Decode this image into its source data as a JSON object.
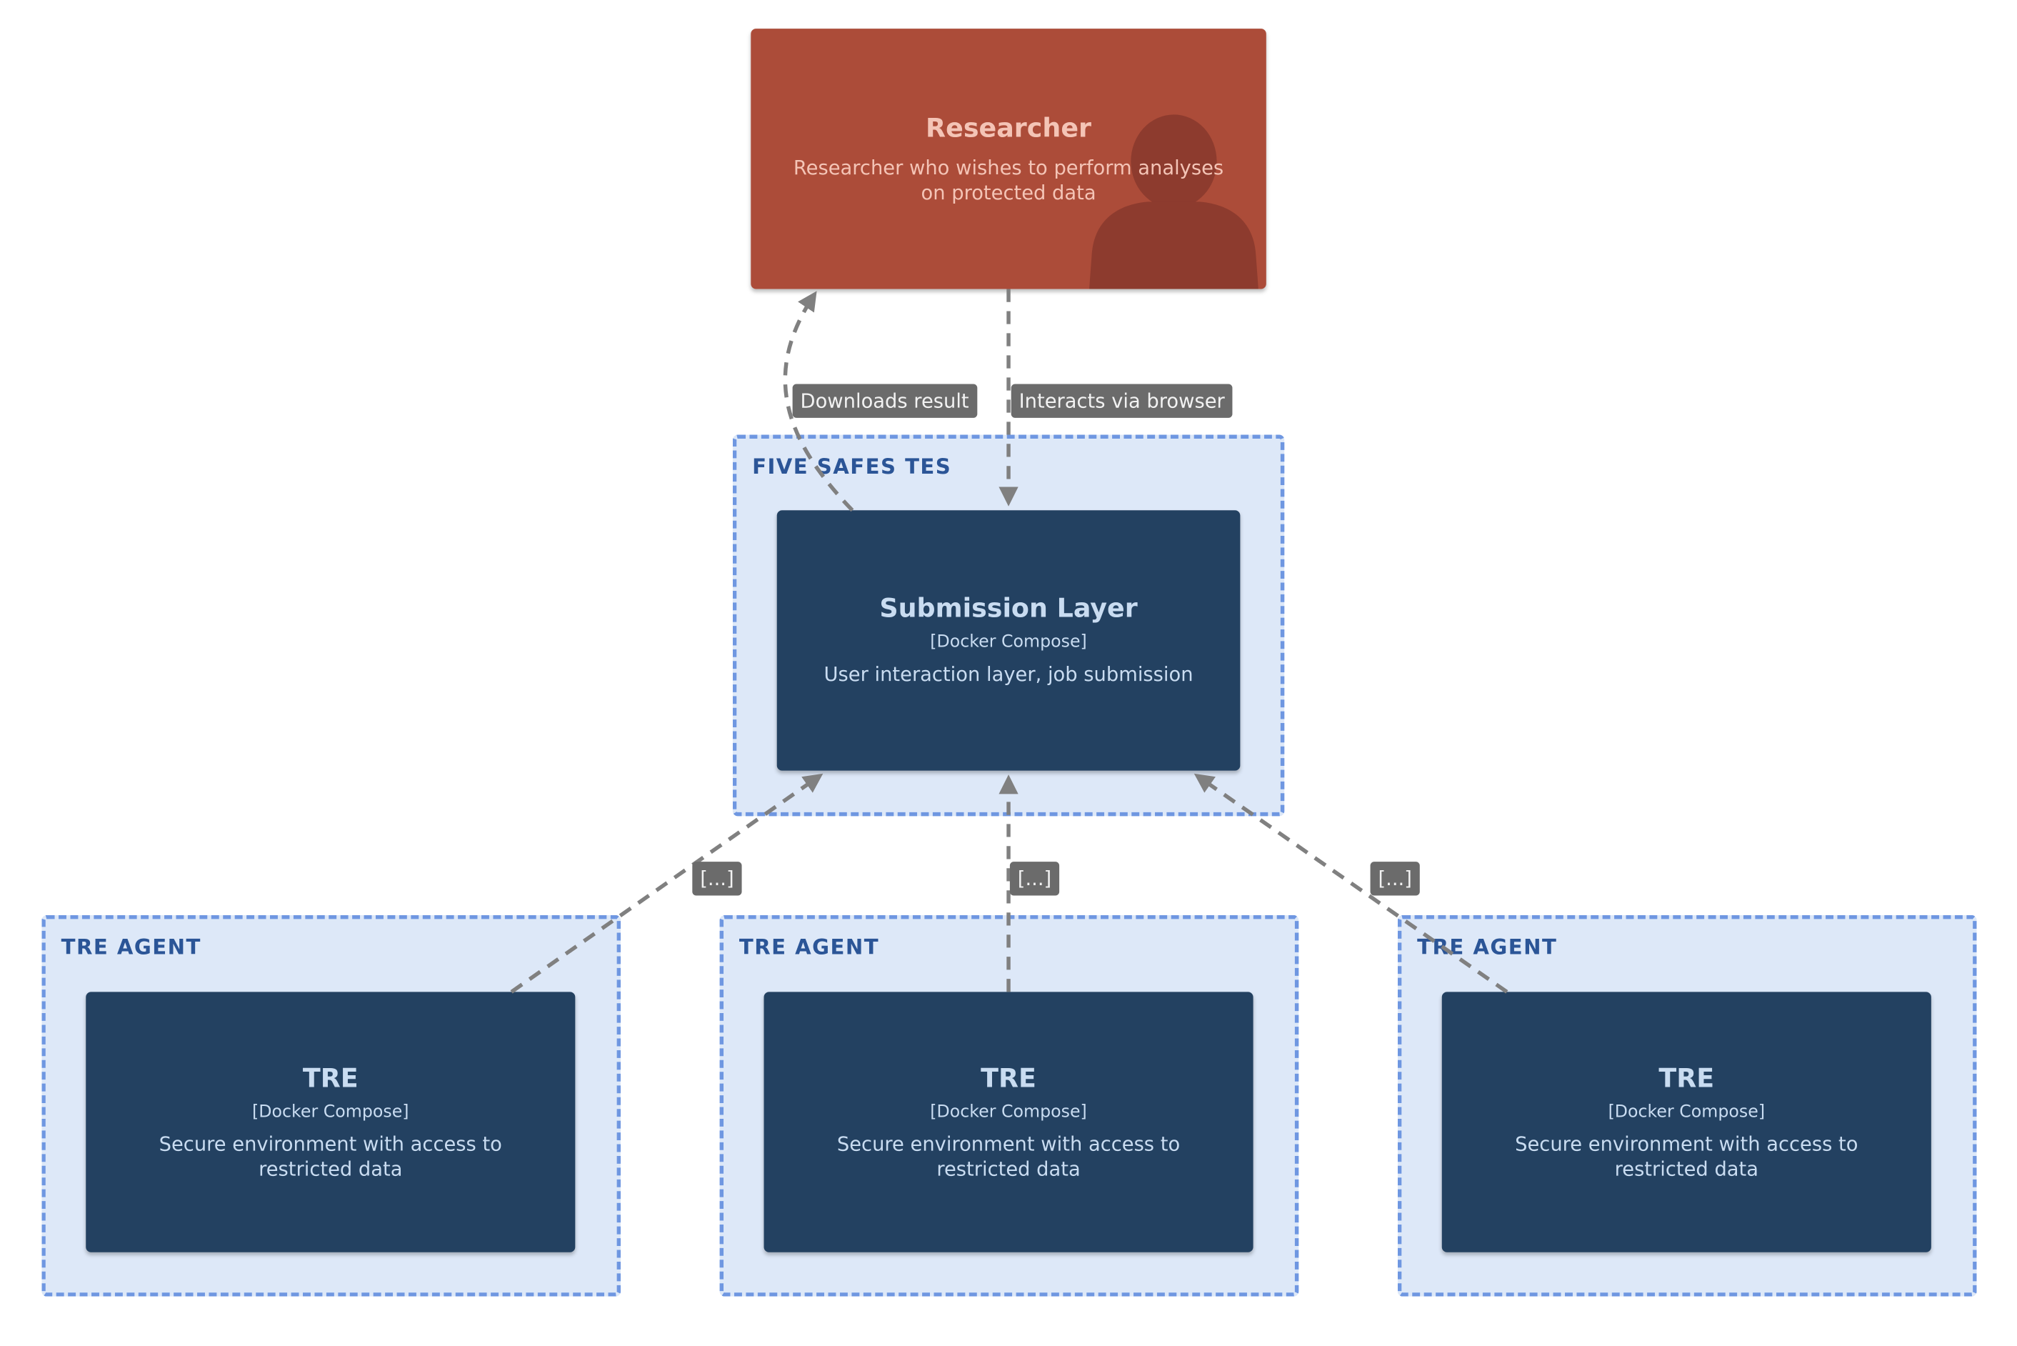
{
  "diagram": {
    "researcher": {
      "title": "Researcher",
      "description": "Researcher who wishes to perform analyses on protected data",
      "icon": "person-icon"
    },
    "five_safes_tes": {
      "label": "FIVE SAFES TES",
      "submission_layer": {
        "title": "Submission Layer",
        "technology": "[Docker Compose]",
        "description": "User interaction layer, job submission"
      }
    },
    "tre_agents": [
      {
        "label": "TRE AGENT",
        "tre": {
          "title": "TRE",
          "technology": "[Docker Compose]",
          "description": "Secure environment with access to restricted data"
        }
      },
      {
        "label": "TRE AGENT",
        "tre": {
          "title": "TRE",
          "technology": "[Docker Compose]",
          "description": "Secure environment with access to restricted data"
        }
      },
      {
        "label": "TRE AGENT",
        "tre": {
          "title": "TRE",
          "technology": "[Docker Compose]",
          "description": "Secure environment with access to restricted data"
        }
      }
    ],
    "edges": [
      {
        "from": "Submission Layer",
        "to": "Researcher",
        "label": "Downloads result"
      },
      {
        "from": "Researcher",
        "to": "Submission Layer",
        "label": "Interacts via browser"
      },
      {
        "from": "TRE",
        "to": "Submission Layer",
        "label": "[...]"
      },
      {
        "from": "TRE",
        "to": "Submission Layer",
        "label": "[...]"
      },
      {
        "from": "TRE",
        "to": "Submission Layer",
        "label": "[...]"
      }
    ],
    "colors": {
      "person_fill": "#ac4c39",
      "container_fill": "#234161",
      "boundary_fill": "#dde8f8",
      "boundary_stroke": "#6f97e1",
      "boundary_label": "#2b5597",
      "edge_stroke": "#808080",
      "edge_label_fill": "#6b6b6b"
    }
  }
}
